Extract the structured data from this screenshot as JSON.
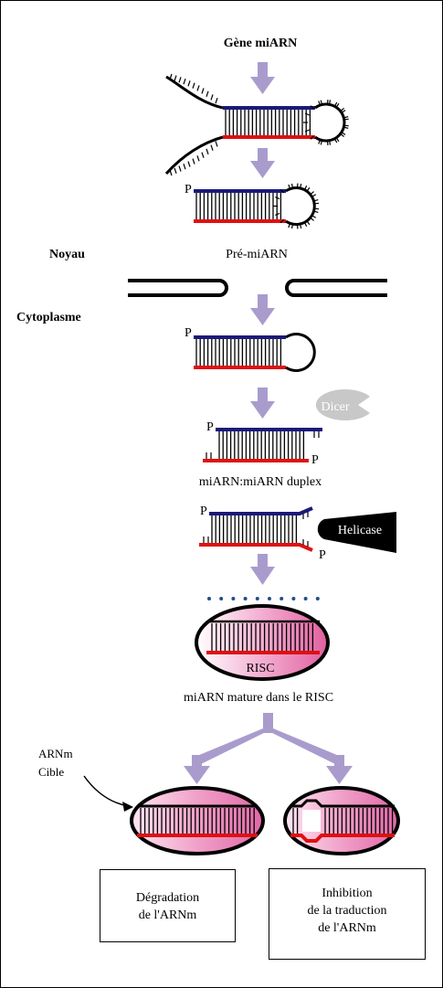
{
  "title": "Gène miARN",
  "labels": {
    "p": "P",
    "pre_mirna": "Pré-miARN",
    "nucleus": "Noyau",
    "cytoplasm": "Cytoplasme",
    "dicer": "Dicer",
    "duplex": "miARN:miARN duplex",
    "helicase": "Helicase",
    "risc": "RISC",
    "mature": "miARN mature dans le RISC",
    "target_line1": "ARNm",
    "target_line2": "Cible"
  },
  "outcomes": [
    {
      "text": "Dégradation\nde l'ARNm"
    },
    {
      "text": "Inhibition\nde la traduction\nde l'ARNm"
    }
  ],
  "colors": {
    "arrow": "#a99ccd",
    "strand_blue": "#1a1a7a",
    "strand_red": "#e01010",
    "risc_pink": "#e878b0",
    "dicer_gray": "#c8c8c8",
    "dots": "#1f4e8c"
  }
}
